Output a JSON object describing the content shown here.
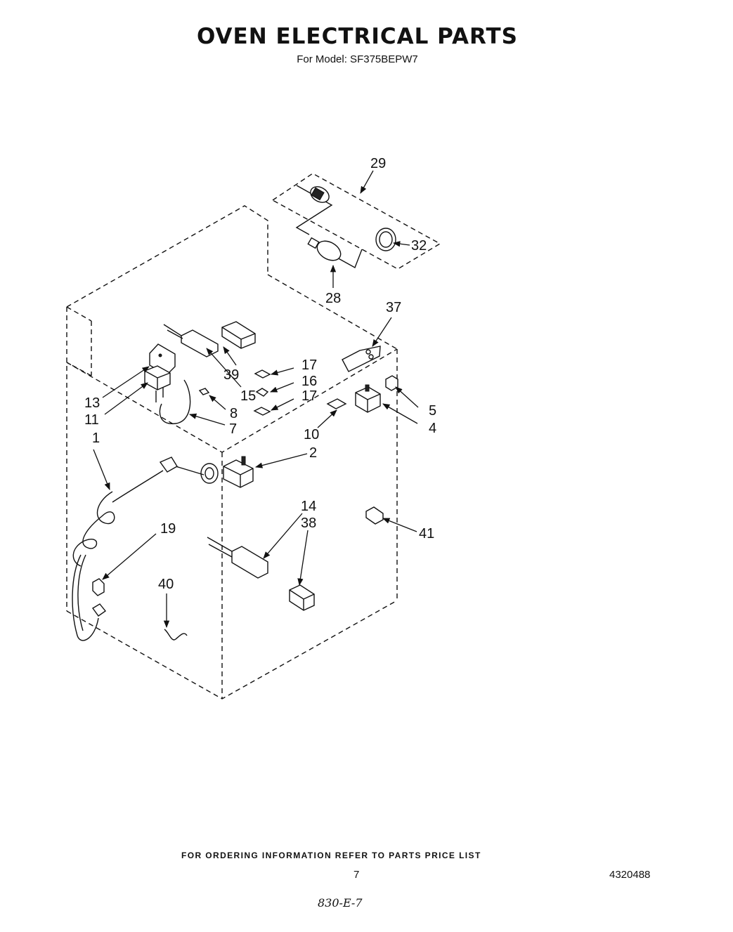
{
  "header": {
    "title": "OVEN ELECTRICAL PARTS",
    "model": "For Model: SF375BEPW7"
  },
  "callouts": {
    "c1": "1",
    "c2": "2",
    "c4": "4",
    "c5": "5",
    "c7": "7",
    "c8": "8",
    "c10": "10",
    "c11": "11",
    "c13": "13",
    "c14": "14",
    "c15": "15",
    "c16": "16",
    "c17a": "17",
    "c17b": "17",
    "c19": "19",
    "c28": "28",
    "c29": "29",
    "c32": "32",
    "c37": "37",
    "c38": "38",
    "c39": "39",
    "c40": "40",
    "c41": "41"
  },
  "footer": {
    "ordering_note": "FOR ORDERING INFORMATION REFER TO PARTS PRICE LIST",
    "page_number": "7",
    "document_number": "4320488",
    "handwritten_note": "830-E-7"
  }
}
